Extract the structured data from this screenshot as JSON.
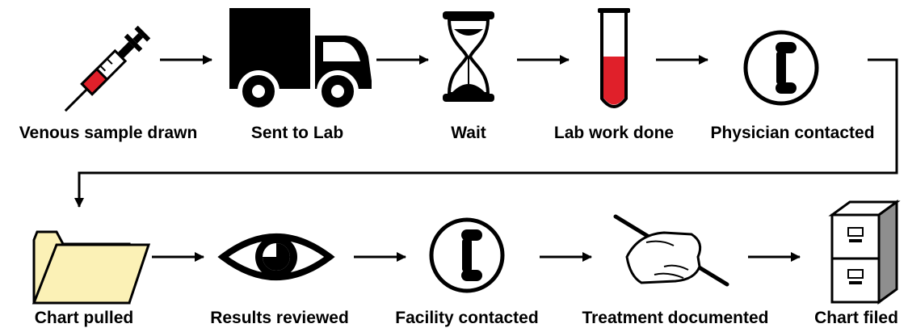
{
  "colors": {
    "ink": "#000000",
    "blood": "#e0202a",
    "folder": "#fbf1b6",
    "cabinet_front": "#ffffff",
    "cabinet_side": "#8e8e8e"
  },
  "steps": [
    {
      "label": "Venous sample drawn",
      "icon": "syringe-icon"
    },
    {
      "label": "Sent to Lab",
      "icon": "truck-icon"
    },
    {
      "label": "Wait",
      "icon": "hourglass-icon"
    },
    {
      "label": "Lab work done",
      "icon": "test-tube-icon"
    },
    {
      "label": "Physician contacted",
      "icon": "phone-icon"
    },
    {
      "label": "Chart pulled",
      "icon": "folder-icon"
    },
    {
      "label": "Results reviewed",
      "icon": "eye-icon"
    },
    {
      "label": "Facility contacted",
      "icon": "phone-icon"
    },
    {
      "label": "Treatment documented",
      "icon": "writing-hand-icon"
    },
    {
      "label": "Chart filed",
      "icon": "filing-cabinet-icon"
    }
  ]
}
